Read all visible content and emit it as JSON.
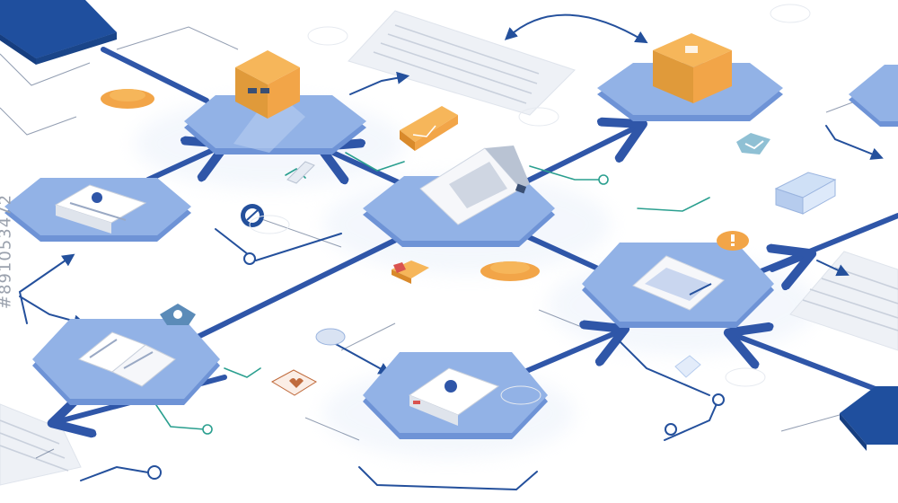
{
  "diagram": {
    "palette": {
      "background": "#ffffff",
      "tile_top": "#92b2e6",
      "tile_side": "#6e93d6",
      "tile_dark": "#1f4f9e",
      "connector_main": "#2f56a8",
      "connector_thin": "#24509c",
      "connector_teal": "#2a9f8f",
      "accent_orange": "#f2a548",
      "accent_orange_dark": "#d98a2b",
      "paper": "#eef1f6",
      "text_lines": "#c9d0dc"
    },
    "nodes": [
      {
        "id": "node-box-top",
        "content_icon": "package-icon"
      },
      {
        "id": "node-box-top-right",
        "content_icon": "package-icon"
      },
      {
        "id": "node-document-left",
        "content_icon": "document-icon"
      },
      {
        "id": "node-envelope-center",
        "content_icon": "envelope-icon"
      },
      {
        "id": "node-document-right",
        "content_icon": "document-icon"
      },
      {
        "id": "node-book-bottom-left",
        "content_icon": "book-icon"
      },
      {
        "id": "node-document-bottom",
        "content_icon": "document-icon"
      },
      {
        "id": "node-corner-top-left",
        "content_icon": "none"
      },
      {
        "id": "node-corner-bottom-right",
        "content_icon": "none"
      },
      {
        "id": "node-corner-top-right",
        "content_icon": "none"
      }
    ],
    "floating_icons": [
      "compass-icon",
      "shield-badge-icon",
      "heart-badge-icon",
      "warning-badge-icon",
      "orange-pill-icon",
      "glass-box-icon",
      "folder-icon",
      "scroll-paper-icon"
    ]
  },
  "watermark": {
    "stock_id": "#891053472"
  }
}
